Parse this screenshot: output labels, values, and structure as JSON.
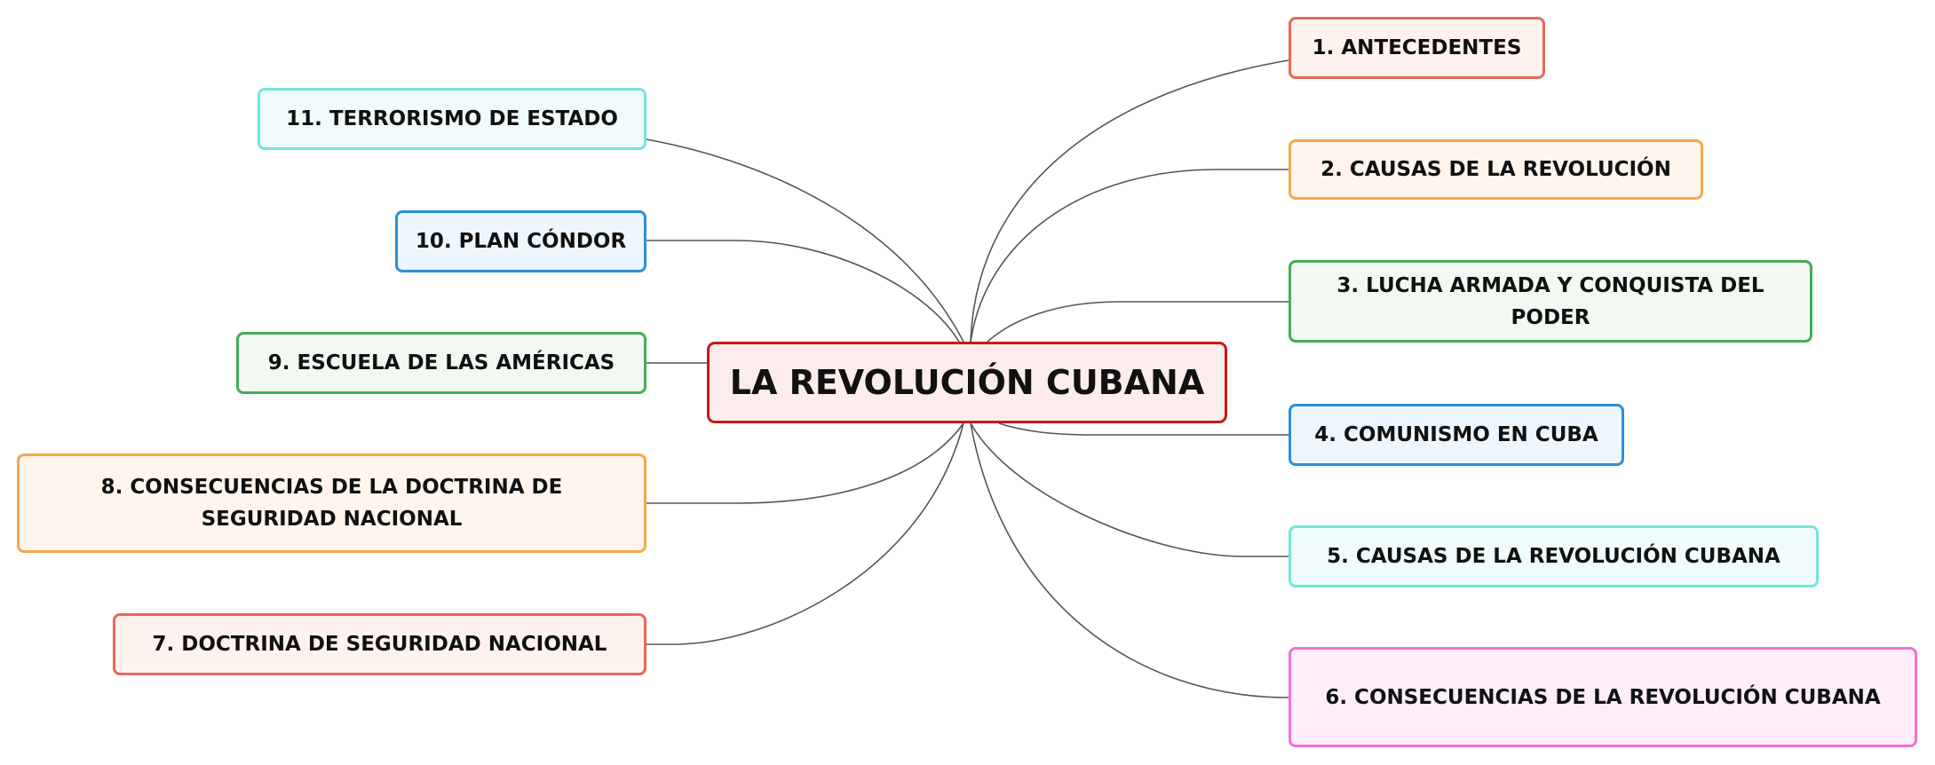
{
  "mindmap": {
    "root": {
      "label": "LA REVOLUCIÓN CUBANA",
      "color": "#c81818"
    },
    "branches": [
      {
        "label": "1. ANTECEDENTES",
        "color": "#e8685a"
      },
      {
        "label": "2. CAUSAS DE LA REVOLUCIÓN",
        "color": "#f5a84e"
      },
      {
        "label": "3. LUCHA ARMADA Y CONQUISTA DEL PODER",
        "color": "#45ae55"
      },
      {
        "label": "4. COMUNISMO EN CUBA",
        "color": "#2b90da"
      },
      {
        "label": "5. CAUSAS DE LA REVOLUCIÓN CUBANA",
        "color": "#74e4de"
      },
      {
        "label": "6. CONSECUENCIAS DE LA REVOLUCIÓN CUBANA",
        "color": "#ee72d8"
      },
      {
        "label": "7. DOCTRINA DE SEGURIDAD NACIONAL",
        "color": "#e8685a"
      },
      {
        "label": "8. CONSECUENCIAS DE LA DOCTRINA DE SEGURIDAD NACIONAL",
        "color": "#f5a84e"
      },
      {
        "label": "9. ESCUELA DE LAS AMÉRICAS",
        "color": "#45ae55"
      },
      {
        "label": "10. PLAN CÓNDOR",
        "color": "#2b90da"
      },
      {
        "label": "11. TERRORISMO DE ESTADO",
        "color": "#74e4de"
      }
    ],
    "connector_color": "#555555"
  }
}
